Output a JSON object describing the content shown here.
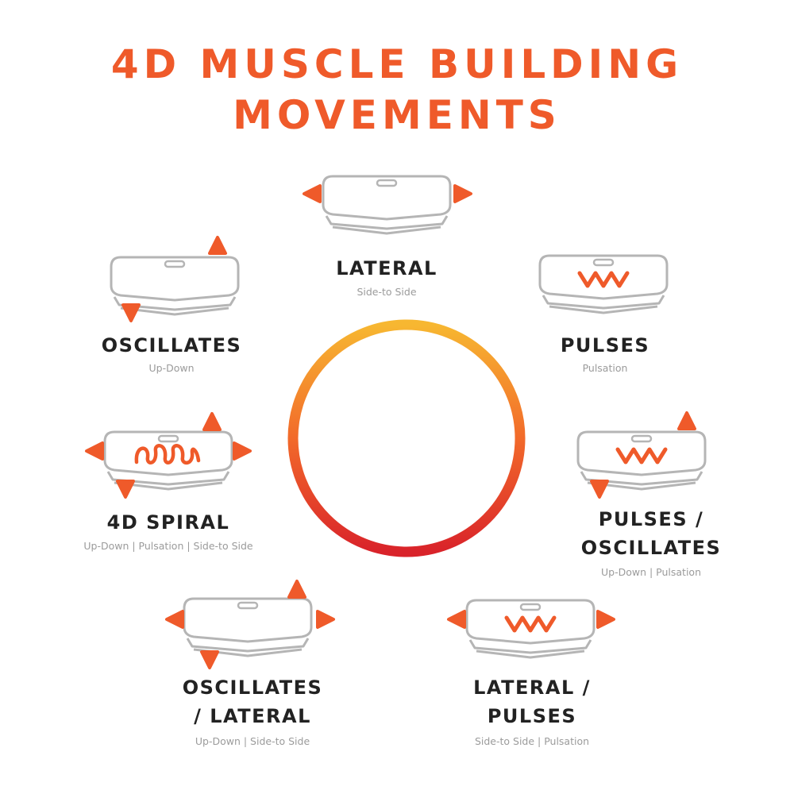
{
  "title": {
    "line1": "4D MUSCLE BUILDING",
    "line2": "MOVEMENTS"
  },
  "colors": {
    "accent": "#ef5a2a",
    "platform_stroke": "#b5b5b5",
    "ring_top": "#f7b731",
    "ring_bottom": "#d9232a",
    "text_dark": "#222222",
    "text_sub": "#9b9b9b"
  },
  "movements": [
    {
      "id": "lateral",
      "label_lines": [
        "LATERAL"
      ],
      "subtitle": "Side-to Side"
    },
    {
      "id": "pulses",
      "label_lines": [
        "PULSES"
      ],
      "subtitle": "Pulsation"
    },
    {
      "id": "oscillates",
      "label_lines": [
        "OSCILLATES"
      ],
      "subtitle": "Up-Down"
    },
    {
      "id": "4d-spiral",
      "label_lines": [
        "4D SPIRAL"
      ],
      "subtitle": "Up-Down | Pulsation | Side-to Side"
    },
    {
      "id": "pulses-oscillates",
      "label_lines": [
        "PULSES /",
        "OSCILLATES"
      ],
      "subtitle": "Up-Down | Pulsation"
    },
    {
      "id": "oscillates-lateral",
      "label_lines": [
        "OSCILLATES",
        "/ LATERAL"
      ],
      "subtitle": "Up-Down | Side-to Side"
    },
    {
      "id": "lateral-pulses",
      "label_lines": [
        "LATERAL /",
        "PULSES"
      ],
      "subtitle": "Side-to Side | Pulsation"
    }
  ]
}
